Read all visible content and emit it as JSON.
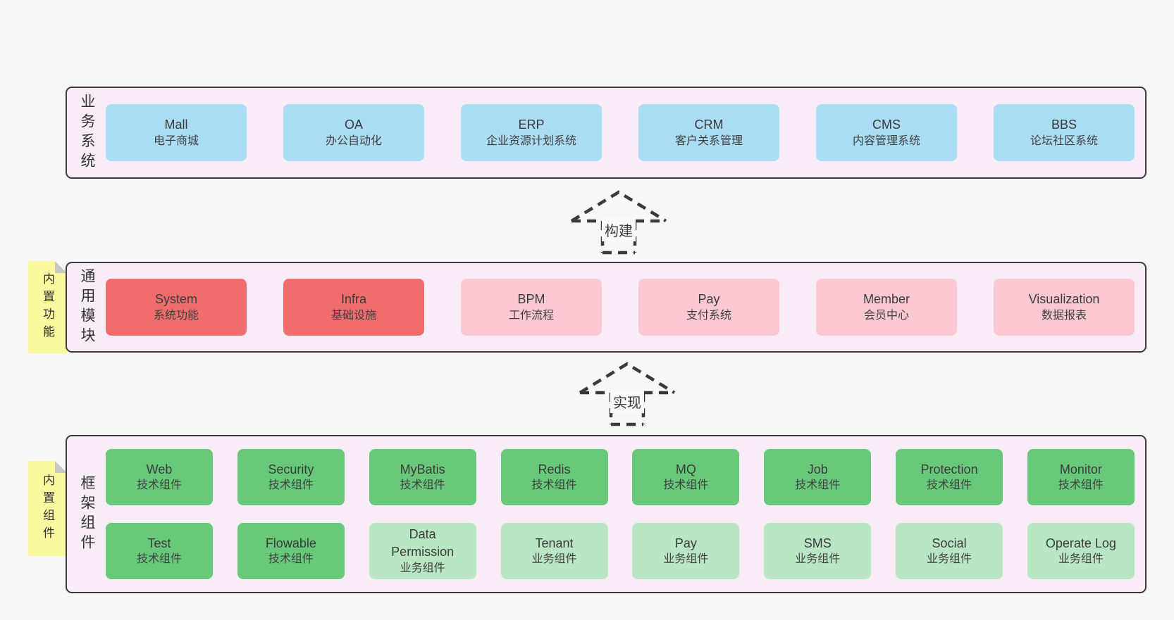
{
  "page": {
    "background": "#f7f7f7"
  },
  "colors": {
    "band_fill": "#f8edf6",
    "band_border": "#3b3b3b",
    "node_blue": "#aadcf4",
    "node_red": "#f16d6d",
    "node_pink": "#fcc9d3",
    "node_green": "#68c97a",
    "node_green_light": "#b9e7c3",
    "sticky_yellow": "#fbf9a0",
    "sticky_fold_gray": "#c7c7c7",
    "arrow_stroke": "#3a3a3a"
  },
  "bands": [
    {
      "id": "business-systems",
      "label": "业务系统",
      "sticky": null,
      "rows": [
        [
          {
            "name": "Mall",
            "subtitle": "电子商城",
            "variant": "blue"
          },
          {
            "name": "OA",
            "subtitle": "办公自动化",
            "variant": "blue"
          },
          {
            "name": "ERP",
            "subtitle": "企业资源计划系统",
            "variant": "blue"
          },
          {
            "name": "CRM",
            "subtitle": "客户关系管理",
            "variant": "blue"
          },
          {
            "name": "CMS",
            "subtitle": "内容管理系统",
            "variant": "blue"
          },
          {
            "name": "BBS",
            "subtitle": "论坛社区系统",
            "variant": "blue"
          }
        ]
      ]
    },
    {
      "id": "common-modules",
      "label": "通用模块",
      "sticky": "内置功能",
      "rows": [
        [
          {
            "name": "System",
            "subtitle": "系统功能",
            "variant": "red"
          },
          {
            "name": "Infra",
            "subtitle": "基础设施",
            "variant": "red"
          },
          {
            "name": "BPM",
            "subtitle": "工作流程",
            "variant": "pink"
          },
          {
            "name": "Pay",
            "subtitle": "支付系统",
            "variant": "pink"
          },
          {
            "name": "Member",
            "subtitle": "会员中心",
            "variant": "pink"
          },
          {
            "name": "Visualization",
            "subtitle": "数据报表",
            "variant": "pink"
          }
        ]
      ]
    },
    {
      "id": "framework-components",
      "label": "框架组件",
      "sticky": "内置组件",
      "rows": [
        [
          {
            "name": "Web",
            "subtitle": "技术组件",
            "variant": "green"
          },
          {
            "name": "Security",
            "subtitle": "技术组件",
            "variant": "green"
          },
          {
            "name": "MyBatis",
            "subtitle": "技术组件",
            "variant": "green"
          },
          {
            "name": "Redis",
            "subtitle": "技术组件",
            "variant": "green"
          },
          {
            "name": "MQ",
            "subtitle": "技术组件",
            "variant": "green"
          },
          {
            "name": "Job",
            "subtitle": "技术组件",
            "variant": "green"
          },
          {
            "name": "Protection",
            "subtitle": "技术组件",
            "variant": "green"
          },
          {
            "name": "Monitor",
            "subtitle": "技术组件",
            "variant": "green"
          }
        ],
        [
          {
            "name": "Test",
            "subtitle": "技术组件",
            "variant": "green"
          },
          {
            "name": "Flowable",
            "subtitle": "技术组件",
            "variant": "green"
          },
          {
            "name": "Data Permission",
            "subtitle": "业务组件",
            "variant": "green-light"
          },
          {
            "name": "Tenant",
            "subtitle": "业务组件",
            "variant": "green-light"
          },
          {
            "name": "Pay",
            "subtitle": "业务组件",
            "variant": "green-light"
          },
          {
            "name": "SMS",
            "subtitle": "业务组件",
            "variant": "green-light"
          },
          {
            "name": "Social",
            "subtitle": "业务组件",
            "variant": "green-light"
          },
          {
            "name": "Operate Log",
            "subtitle": "业务组件",
            "variant": "green-light"
          }
        ]
      ]
    }
  ],
  "arrows": [
    {
      "id": "build",
      "label": "构建"
    },
    {
      "id": "implement",
      "label": "实现"
    }
  ]
}
